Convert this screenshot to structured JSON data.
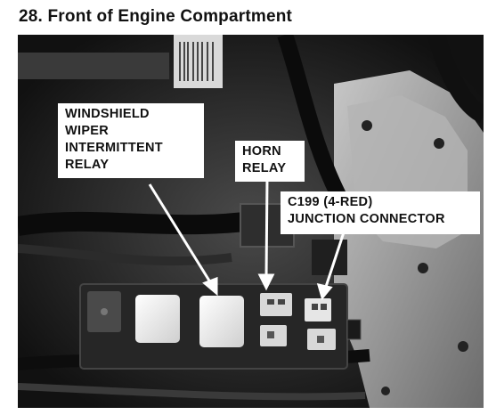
{
  "page": {
    "title": "28. Front of Engine Compartment"
  },
  "callouts": {
    "wiper_relay": "WINDSHIELD\nWIPER\nINTERMITTENT\nRELAY",
    "horn_relay": "HORN\nRELAY",
    "junction_connector": "C199 (4-RED)\nJUNCTION CONNECTOR"
  },
  "photo": {
    "background_color": "#1a1a1a",
    "relay_color": "#e9e9e9",
    "panel_color": "#9a9a9a"
  }
}
